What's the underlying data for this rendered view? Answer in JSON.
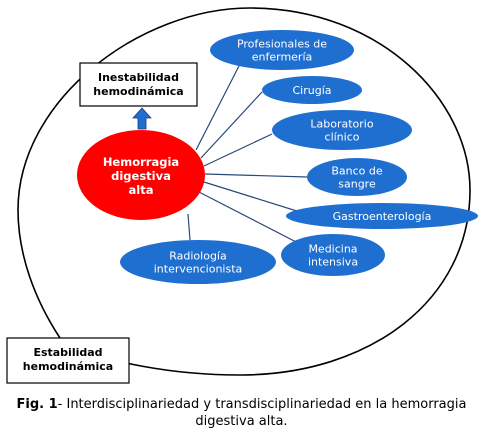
{
  "diagram": {
    "center_label": [
      "Hemorragia",
      "digestiva",
      "alta"
    ],
    "top_box_label": [
      "Inestabilidad",
      "hemodinámica"
    ],
    "bottom_box_label": [
      "Estabilidad",
      "hemodinámica"
    ],
    "nodes": [
      {
        "id": "profesionales-enfermeria",
        "lines": [
          "Profesionales de",
          "enfermería"
        ]
      },
      {
        "id": "cirugia",
        "lines": [
          "Cirugía"
        ]
      },
      {
        "id": "laboratorio-clinico",
        "lines": [
          "Laboratorio",
          "clínico"
        ]
      },
      {
        "id": "banco-sangre",
        "lines": [
          "Banco de",
          "sangre"
        ]
      },
      {
        "id": "gastroenterologia",
        "lines": [
          "Gastroenterología"
        ]
      },
      {
        "id": "medicina-intensiva",
        "lines": [
          "Medicina",
          "intensiva"
        ]
      },
      {
        "id": "radiologia-intervencionista",
        "lines": [
          "Radiología",
          "intervencionista"
        ]
      }
    ],
    "colors": {
      "center_fill": "#ff0000",
      "node_fill": "#1f6fd1",
      "arrow_fill": "#1f6fd1",
      "line_stroke": "#2a4a78"
    }
  },
  "caption": {
    "label": "Fig. 1",
    "text": "- Interdisciplinariedad y transdisciplinariedad en la hemorragia digestiva alta."
  }
}
